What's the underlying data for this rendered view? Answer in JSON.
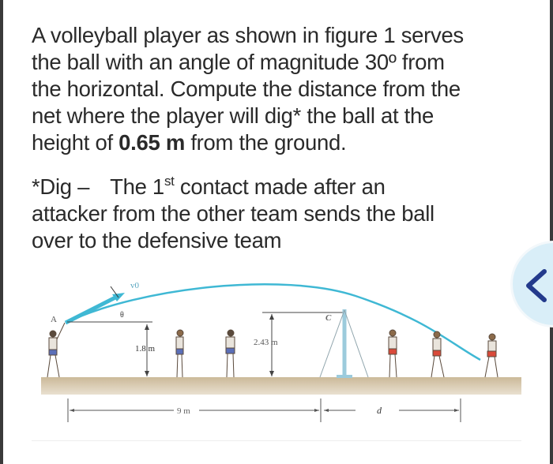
{
  "question": {
    "line1": "A volleyball player as shown in figure 1 serves",
    "line2": "the ball with an angle of magnitude 30º from",
    "line3": "the horizontal. Compute the distance from the",
    "line4": "net where the player will dig* the ball at the",
    "line5_prefix": "height of ",
    "line5_bold": "0.65 m",
    "line5_suffix": " from the ground."
  },
  "footnote": {
    "term": "*Dig –",
    "def_prefix": "The 1",
    "def_sup": "st",
    "def_suffix": " contact made after an",
    "line2": "attacker from the other team sends the ball",
    "line3": "over to the defensive team"
  },
  "figure": {
    "point_a": "A",
    "point_c": "C",
    "velocity_label": "v0",
    "angle_label": "θ",
    "serve_height": "1.8 m",
    "net_height": "2.43 m",
    "distance_to_net": "9 m",
    "distance_d": "d",
    "colors": {
      "trajectory": "#3fb8d4",
      "floor": "#d6c6ad",
      "net_pole": "#9ccbdc"
    }
  },
  "nav": {
    "back_icon": "chevron-left-icon",
    "color": "#233a8c",
    "bg": "#d9eef8"
  }
}
